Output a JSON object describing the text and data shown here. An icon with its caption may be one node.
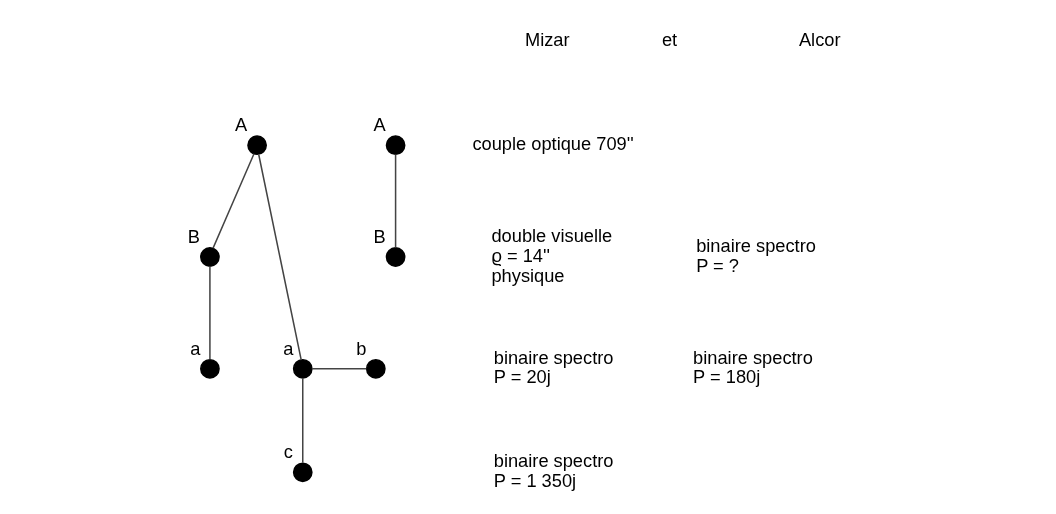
{
  "diagram": {
    "nodes": [
      {
        "text": [],
        "shape": "circle",
        "beside": [
          "A"
        ]
      },
      {
        "text": [],
        "shape": "circle",
        "beside": [
          "A"
        ]
      },
      {
        "text": [],
        "shape": "circle",
        "beside": [
          "B"
        ]
      },
      {
        "text": [],
        "shape": "circle",
        "beside": [
          "B"
        ]
      },
      {
        "text": [],
        "shape": "circle",
        "beside": [
          "a"
        ]
      },
      {
        "text": [],
        "shape": "circle",
        "beside": [
          "b"
        ]
      },
      {
        "text": [],
        "shape": "circle",
        "beside": [
          "a"
        ]
      },
      {
        "text": [],
        "shape": "circle",
        "beside": [
          "c"
        ]
      }
    ],
    "edges": [
      {
        "from": 0,
        "to": 2,
        "arrow": "none"
      },
      {
        "from": 0,
        "to": 4,
        "arrow": "none"
      },
      {
        "from": 2,
        "to": 6,
        "arrow": "none"
      },
      {
        "from": 4,
        "to": 5,
        "arrow": "none"
      },
      {
        "from": 4,
        "to": 7,
        "arrow": "none"
      },
      {
        "from": 1,
        "to": 3,
        "arrow": "none"
      }
    ],
    "labels": [
      "Mizar",
      "et",
      "Alcor",
      "couple optique 709''",
      "double visuelle ϱ = 14'' physique",
      "binaire spectro P = ?",
      "binaire spectro P = 180j",
      "binaire spectro P = 20j",
      "binaire spectro P = 1 350j"
    ]
  }
}
